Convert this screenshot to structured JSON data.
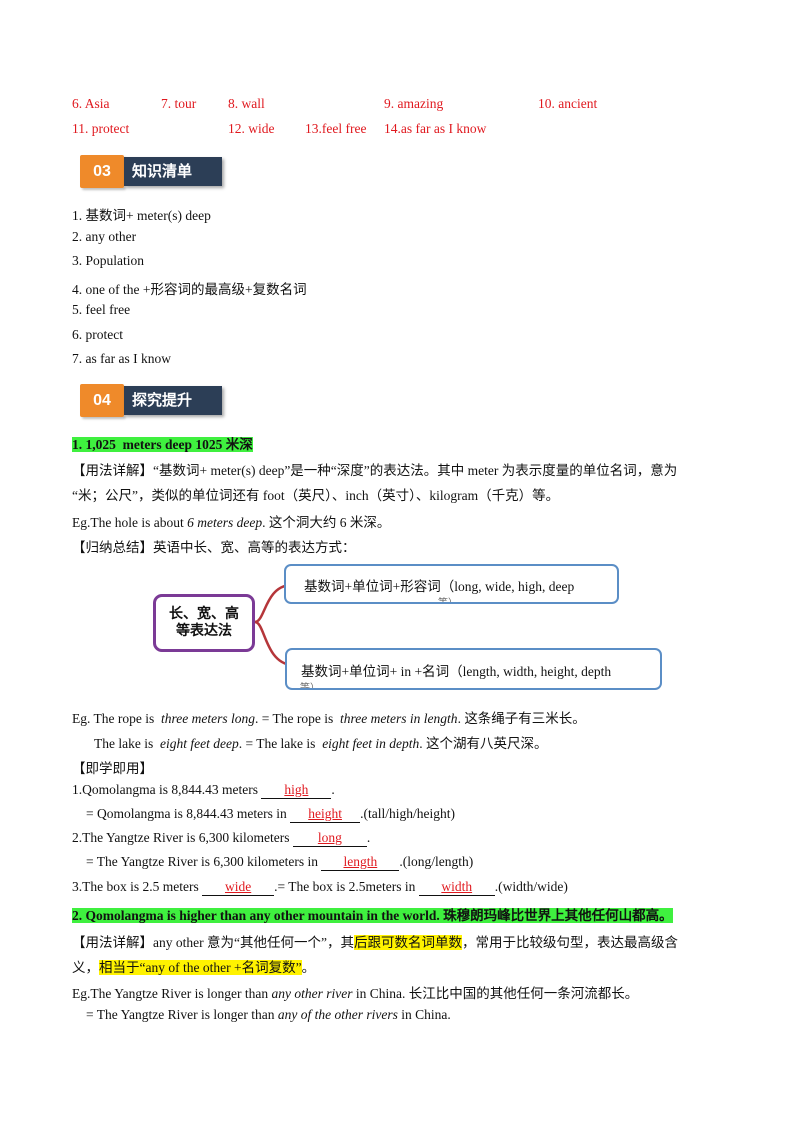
{
  "answers_row1": [
    "6. Asia",
    "7. tour",
    "8. wall",
    "9. amazing",
    "10. ancient"
  ],
  "answers_row2": [
    "11. protect",
    "12. wide",
    "13.feel free",
    "14.as far as I know"
  ],
  "section3": {
    "num": "03",
    "title": "知识清单"
  },
  "knowledge_list": [
    "1.  基数词+ meter(s) deep",
    "2.  any other",
    "3.  Population",
    "4.  one of the +形容词的最高级+复数名词",
    "5.  feel free",
    "6.  protect",
    "7.  as far as I know"
  ],
  "section4": {
    "num": "04",
    "title": "探究提升"
  },
  "point1": {
    "heading_num": "1.  1,025",
    "heading_text": "meters deep 1025",
    "heading_cn": "米深",
    "usage_line1": "【用法详解】“基数词+ meter(s) deep”是一种“深度”的表达法。其中 meter 为表示度量的单位名词，意为",
    "usage_line2": "“米；公尺”，类似的单位词还有 foot（英尺）、inch（英寸）、kilogram（千克）等。",
    "eg_prefix": "Eg.The hole is about ",
    "eg_italic": "6 meters deep",
    "eg_suffix": ". 这个洞大约 6 米深。",
    "summary": "【归纳总结】英语中长、宽、高等的表达方式：",
    "mind_center_1": "长、宽、高",
    "mind_center_2": "等表达法",
    "mind_top": "基数词+单位词+形容词（long, wide, high, deep",
    "mind_top_cut": "等）",
    "mind_bottom": "基数词+单位词+  in  +名词（length, width, height, depth",
    "mind_bottom_cut": "等）",
    "eg2_a": "Eg. The rope is ",
    "eg2_b": "three meters long",
    "eg2_c": ". = The rope is ",
    "eg2_d": "three meters in length",
    "eg2_e": ". 这条绳子有三米长。",
    "eg3_a": "The lake is ",
    "eg3_b": "eight feet deep",
    "eg3_c": ". = The lake is ",
    "eg3_d": "eight feet in depth",
    "eg3_e": ". 这个湖有八英尺深。",
    "practice_title": "【即学即用】",
    "q1_a": "1.Qomolangma is 8,844.43 meters ",
    "q1_ans": "high",
    "q1_b": ".",
    "q1b_a": "= Qomolangma is 8,844.43 meters in ",
    "q1b_ans": "height",
    "q1b_b": ".(tall/high/height)",
    "q2_a": "2.The Yangtze River is 6,300 kilometers ",
    "q2_ans": "long",
    "q2_b": ".",
    "q2b_a": "= The Yangtze River is 6,300 kilometers in ",
    "q2b_ans": "length",
    "q2b_b": ".(long/length)",
    "q3_a": "3.The box is 2.5 meters ",
    "q3_ans": "wide",
    "q3_b": ".= The box is 2.5meters in ",
    "q3_ans2": "width",
    "q3_c": ".(width/wide)"
  },
  "point2": {
    "heading": "2.  Qomolangma is higher than any other mountain in the world.  珠穆朗玛峰比世界上其他任何山都高。",
    "usage_a": "【用法详解】any other 意为“其他任何一个”，其",
    "usage_hl": "后跟可数名词单数",
    "usage_b": "，常用于比较级句型，表达最高级含",
    "usage2_a": "义，",
    "usage2_hl": "相当于“any of the other +名词复数”",
    "usage2_b": "。",
    "eg_a": "Eg.The Yangtze River is longer than ",
    "eg_b": "any other river",
    "eg_c": " in China. 长江比中国的其他任何一条河流都长。",
    "eg2_a": "= The Yangtze River is longer than ",
    "eg2_b": "any of the other rivers",
    "eg2_c": " in China."
  }
}
